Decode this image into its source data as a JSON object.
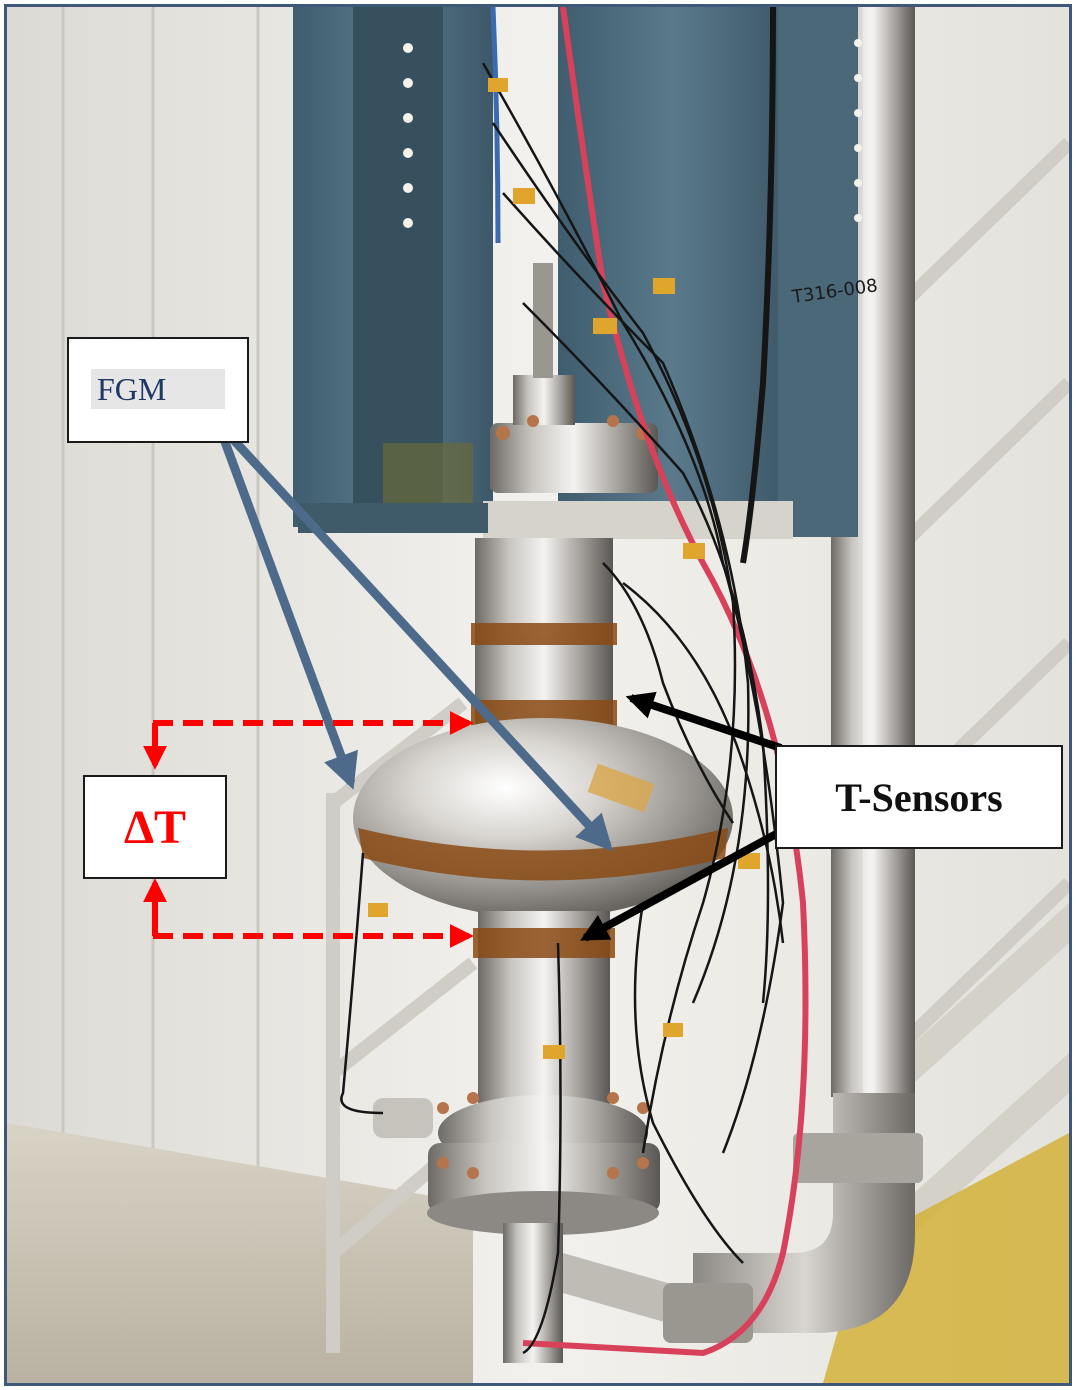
{
  "figure": {
    "labels": {
      "fgm": "FGM",
      "t_sensors": "T-Sensors",
      "delta_t": "ΔT"
    },
    "colors": {
      "frame_border": "#3e5879",
      "fgm_arrow": "#4d6a8a",
      "sensor_arrow": "#000000",
      "delta_t": "#ff0000",
      "fgm_text": "#1f3864"
    },
    "handwritten_marking": "T316-008"
  }
}
